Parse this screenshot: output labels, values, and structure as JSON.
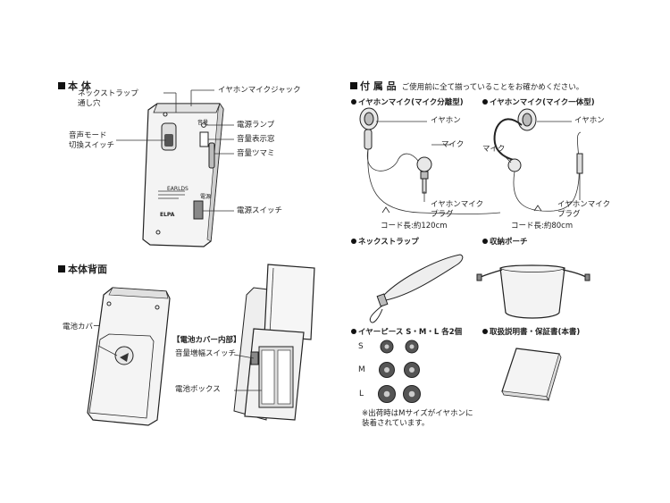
{
  "main_body": {
    "heading": "本 体",
    "labels": {
      "strap_hole": "ネックストラップ\n通し穴",
      "earphone_jack": "イヤホンマイクジャック",
      "power_lamp": "電源ランプ",
      "mode_switch": "音声モード\n切換スイッチ",
      "volume_window": "音量表示窓",
      "volume_knob": "音量ツマミ",
      "power_switch": "電源スイッチ"
    },
    "device_text": {
      "brand": "EARLDS",
      "maker": "ELPA",
      "power_label": "電源",
      "volume_label": "音量"
    }
  },
  "back": {
    "heading": "本体背面",
    "labels": {
      "battery_cover": "電池カバー",
      "cover_inside": "【電池カバー内部】",
      "amp_switch": "音量増幅スイッチ",
      "battery_box": "電池ボックス"
    }
  },
  "accessories": {
    "heading": "付 属 品",
    "note": "ご使用前に全て揃っていることをお確かめください。",
    "earphone_separate": {
      "title": "イヤホンマイク(マイク分離型)",
      "earphone": "イヤホン",
      "mic": "マイク",
      "plug": "イヤホンマイク\nプラグ",
      "cord": "コード長:約120cm"
    },
    "earphone_integrated": {
      "title": "イヤホンマイク(マイク一体型)",
      "earphone": "イヤホン",
      "mic": "マイク",
      "plug": "イヤホンマイク\nプラグ",
      "cord": "コード長:約80cm"
    },
    "strap": {
      "title": "ネックストラップ"
    },
    "pouch": {
      "title": "収納ポーチ"
    },
    "earpieces": {
      "title": "イヤーピース S・M・L 各2個",
      "sizes": [
        "S",
        "M",
        "L"
      ],
      "footnote": "※出荷時はMサイズがイヤホンに\n装着されています。"
    },
    "manual": {
      "title": "取扱説明書・保証書(本書)"
    }
  }
}
